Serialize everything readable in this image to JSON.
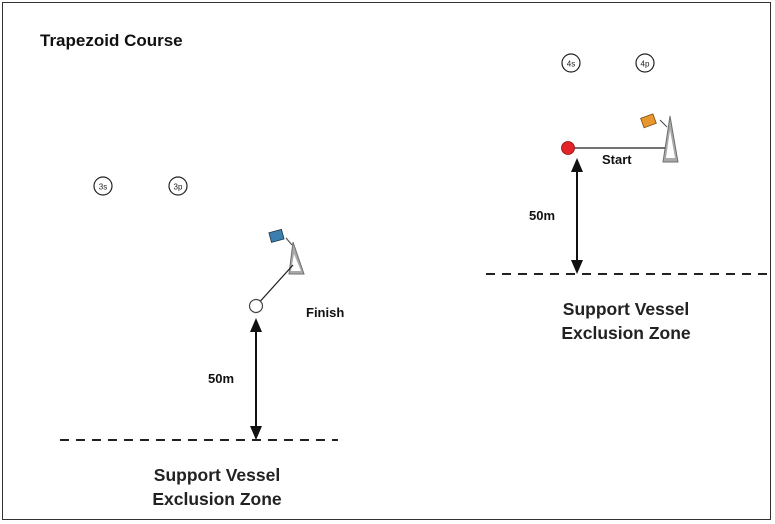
{
  "title": "Trapezoid Course",
  "buoys": {
    "b3s": "3s",
    "b3p": "3p",
    "b4s": "4s",
    "b4p": "4p"
  },
  "left": {
    "finish_label": "Finish",
    "distance_label": "50m",
    "zone_line1": "Support Vessel",
    "zone_line2": "Exclusion Zone",
    "flag_color": "#3a7fb0"
  },
  "right": {
    "start_label": "Start",
    "distance_label": "50m",
    "zone_line1": "Support Vessel",
    "zone_line2": "Exclusion Zone",
    "flag_color": "#e8962e",
    "start_marker_color": "#e3242b"
  }
}
